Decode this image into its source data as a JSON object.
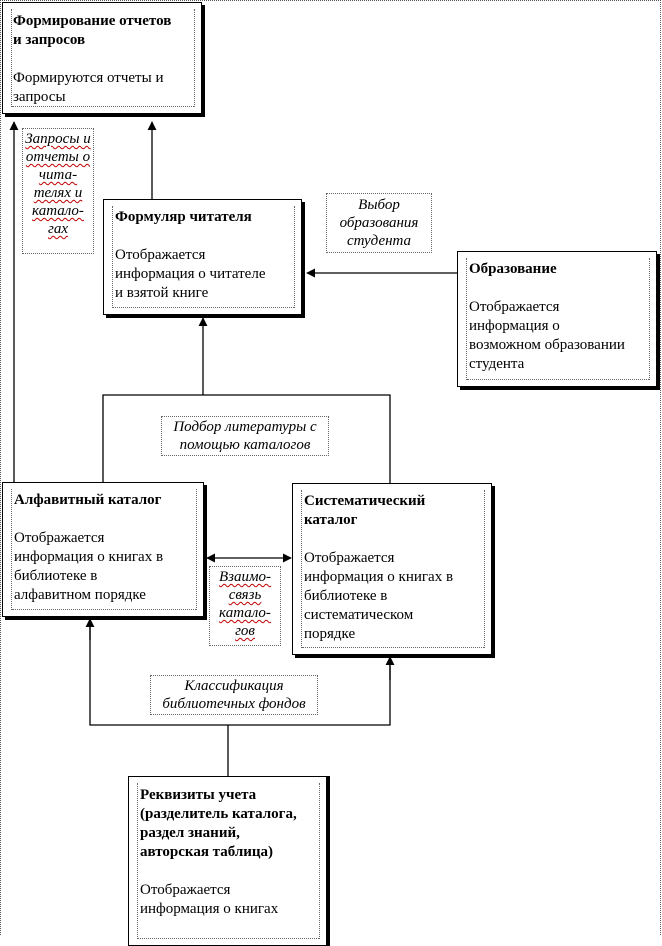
{
  "boxes": {
    "reports": {
      "title": "Формирование отчетов\nи запросов",
      "desc": "Формируются отчеты и\nзапросы"
    },
    "reader_form": {
      "title": "Формуляр читателя",
      "desc": "Отображается\nинформация о читателе\nи взятой книге"
    },
    "education": {
      "title": "Образование",
      "desc": "Отображается\nинформация о\nвозможном образовании\nстудента"
    },
    "alphabetic_catalog": {
      "title": "Алфавитный каталог",
      "desc": "Отображается\nинформация о книгах в\nбиблиотеке в\nалфавитном порядке"
    },
    "systematic_catalog": {
      "title": "Систематический\nкаталог",
      "desc": "Отображается\nинформация о книгах в\nбиблиотеке в\nсистематическом\nпорядке"
    },
    "requisites": {
      "title": "Реквизиты учета\n(разделитель каталога,\nраздел знаний,\nавторская таблица)",
      "desc": "Отображается\nинформация о книгах"
    }
  },
  "labels": {
    "queries_reports": "Запросы и\nотчеты о\nчита-\nтелях и\nкатало-\nгах",
    "education_choice": "Выбор\nобразования\nстудента",
    "literature_selection": "Подбор литературы с\nпомощью каталогов",
    "interrelation": "Взаимо-\nсвязь\nкатало-\nгов",
    "classification": "Классификация\nбиблиотечных фондов"
  }
}
